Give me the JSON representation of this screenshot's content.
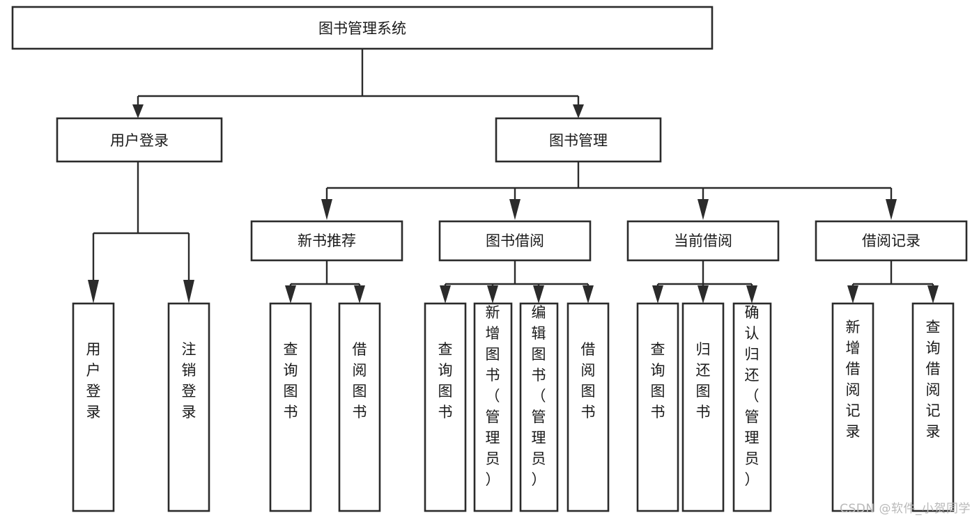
{
  "diagram": {
    "title": "图书管理系统",
    "type": "hierarchy-tree",
    "watermark": "CSDN @软件_小贺同学",
    "colors": {
      "box_stroke": "#2b2b2b",
      "box_fill": "#ffffff",
      "text": "#1a1a1a",
      "connector": "#2b2b2b",
      "watermark": "#b9b9b9",
      "background": "#ffffff"
    },
    "levels": [
      {
        "level": 1,
        "nodes": [
          {
            "id": "root",
            "label": "图书管理系统",
            "orientation": "horizontal"
          }
        ]
      },
      {
        "level": 2,
        "nodes": [
          {
            "id": "login",
            "label": "用户登录",
            "orientation": "horizontal",
            "parent": "root"
          },
          {
            "id": "bookmgmt",
            "label": "图书管理",
            "orientation": "horizontal",
            "parent": "root"
          }
        ]
      },
      {
        "level": 3,
        "nodes": [
          {
            "id": "newbook",
            "label": "新书推荐",
            "orientation": "horizontal",
            "parent": "bookmgmt"
          },
          {
            "id": "borrow",
            "label": "图书借阅",
            "orientation": "horizontal",
            "parent": "bookmgmt"
          },
          {
            "id": "current",
            "label": "当前借阅",
            "orientation": "horizontal",
            "parent": "bookmgmt"
          },
          {
            "id": "records",
            "label": "借阅记录",
            "orientation": "horizontal",
            "parent": "bookmgmt"
          }
        ]
      },
      {
        "level": 4,
        "nodes": [
          {
            "id": "leaf1",
            "label": "用户登录",
            "orientation": "vertical",
            "parent": "login"
          },
          {
            "id": "leaf2",
            "label": "注销登录",
            "orientation": "vertical",
            "parent": "login"
          },
          {
            "id": "leaf3",
            "label": "查询图书",
            "orientation": "vertical",
            "parent": "newbook"
          },
          {
            "id": "leaf4",
            "label": "借阅图书",
            "orientation": "vertical",
            "parent": "newbook"
          },
          {
            "id": "leaf5",
            "label": "查询图书",
            "orientation": "vertical",
            "parent": "borrow"
          },
          {
            "id": "leaf6",
            "label": "新增图书（管理员）",
            "orientation": "vertical",
            "parent": "borrow"
          },
          {
            "id": "leaf7",
            "label": "编辑图书（管理员）",
            "orientation": "vertical",
            "parent": "borrow"
          },
          {
            "id": "leaf8",
            "label": "借阅图书",
            "orientation": "vertical",
            "parent": "borrow"
          },
          {
            "id": "leaf9",
            "label": "查询图书",
            "orientation": "vertical",
            "parent": "current"
          },
          {
            "id": "leaf10",
            "label": "归还图书",
            "orientation": "vertical",
            "parent": "current"
          },
          {
            "id": "leaf11",
            "label": "确认归还（管理员）",
            "orientation": "vertical",
            "parent": "current"
          },
          {
            "id": "leaf12",
            "label": "新增借阅记录",
            "orientation": "vertical",
            "parent": "records"
          },
          {
            "id": "leaf13",
            "label": "查询借阅记录",
            "orientation": "vertical",
            "parent": "records"
          }
        ]
      }
    ]
  }
}
